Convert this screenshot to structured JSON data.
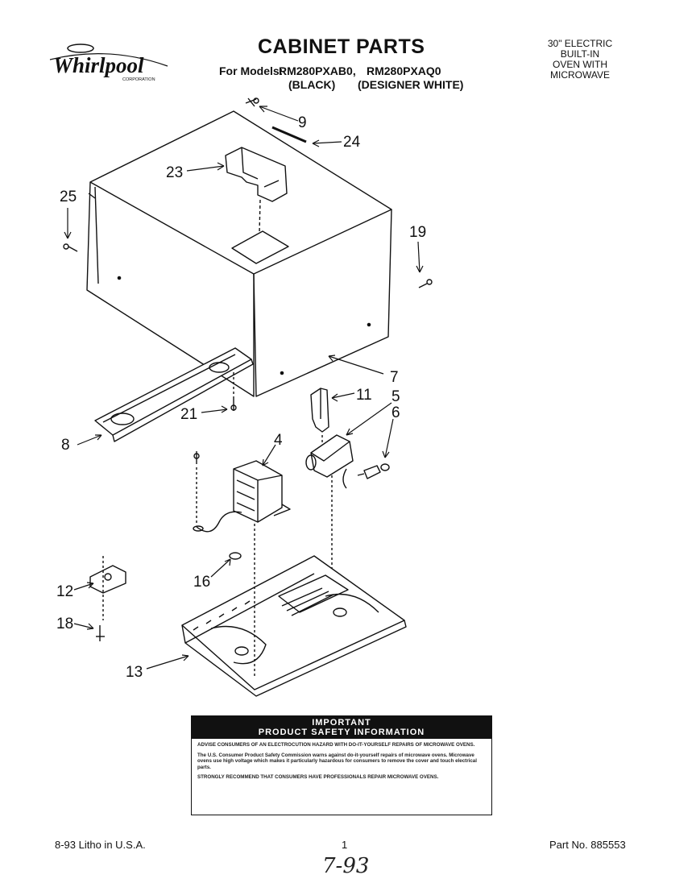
{
  "header": {
    "brand": "Whirlpool",
    "brand_sub": "CORPORATION",
    "title": "CABINET PARTS",
    "models_label": "For Models:",
    "model_a": "RM280PXAB0,",
    "model_b": "RM280PXAQ0",
    "color_a": "(BLACK)",
    "color_b": "(DESIGNER WHITE)"
  },
  "product_type": [
    "30\" ELECTRIC",
    "BUILT-IN",
    "OVEN WITH",
    "MICROWAVE"
  ],
  "callouts": {
    "c9": "9",
    "c24": "24",
    "c23": "23",
    "c25": "25",
    "c19": "19",
    "c7": "7",
    "c11": "11",
    "c5": "5",
    "c6": "6",
    "c21": "21",
    "c8": "8",
    "c4": "4",
    "c16": "16",
    "c12": "12",
    "c18": "18",
    "c13": "13"
  },
  "notice": {
    "heading_1": "IMPORTANT",
    "heading_2": "PRODUCT SAFETY INFORMATION",
    "para_1": "ADVISE CONSUMERS OF AN ELECTROCUTION HAZARD WITH DO-IT-YOURSELF REPAIRS OF MICROWAVE OVENS.",
    "para_2": "The U.S. Consumer Product Safety Commission warns against do-it-yourself repairs of microwave ovens. Microwave ovens use high voltage which makes it particularly hazardous for consumers to remove the cover and touch electrical parts.",
    "para_3": "STRONGLY RECOMMEND THAT CONSUMERS HAVE PROFESSIONALS REPAIR MICROWAVE OVENS."
  },
  "footer": {
    "date_print": "8-93  Litho in U.S.A.",
    "page": "1",
    "part_no": "Part No. 885553"
  },
  "handwritten": "7-93"
}
